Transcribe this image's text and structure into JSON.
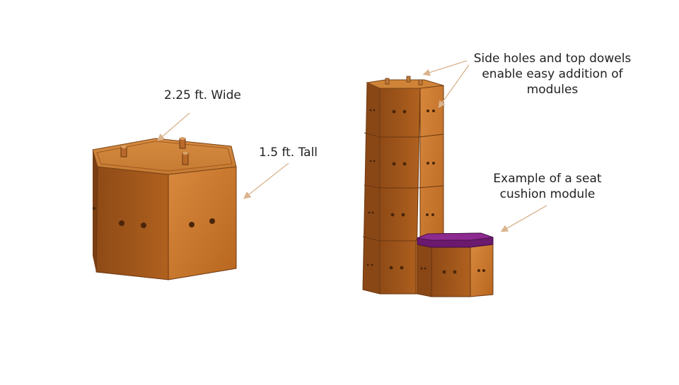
{
  "annotations": {
    "width": "2.25 ft. Wide",
    "height": "1.5 ft. Tall",
    "side_holes": [
      "Side holes and top dowels",
      "enable easy addition of",
      "modules"
    ],
    "seat": [
      "Example of a seat",
      "cushion module"
    ]
  },
  "colors": {
    "wood_front": "#b5651d",
    "wood_side": "#c8742a",
    "wood_top": "#cf8438",
    "cushion": "#6b1a6e",
    "arrow": "#d9b38c"
  },
  "icons": [
    "hexagonal-module",
    "dowel",
    "side-hole",
    "seat-cushion"
  ]
}
